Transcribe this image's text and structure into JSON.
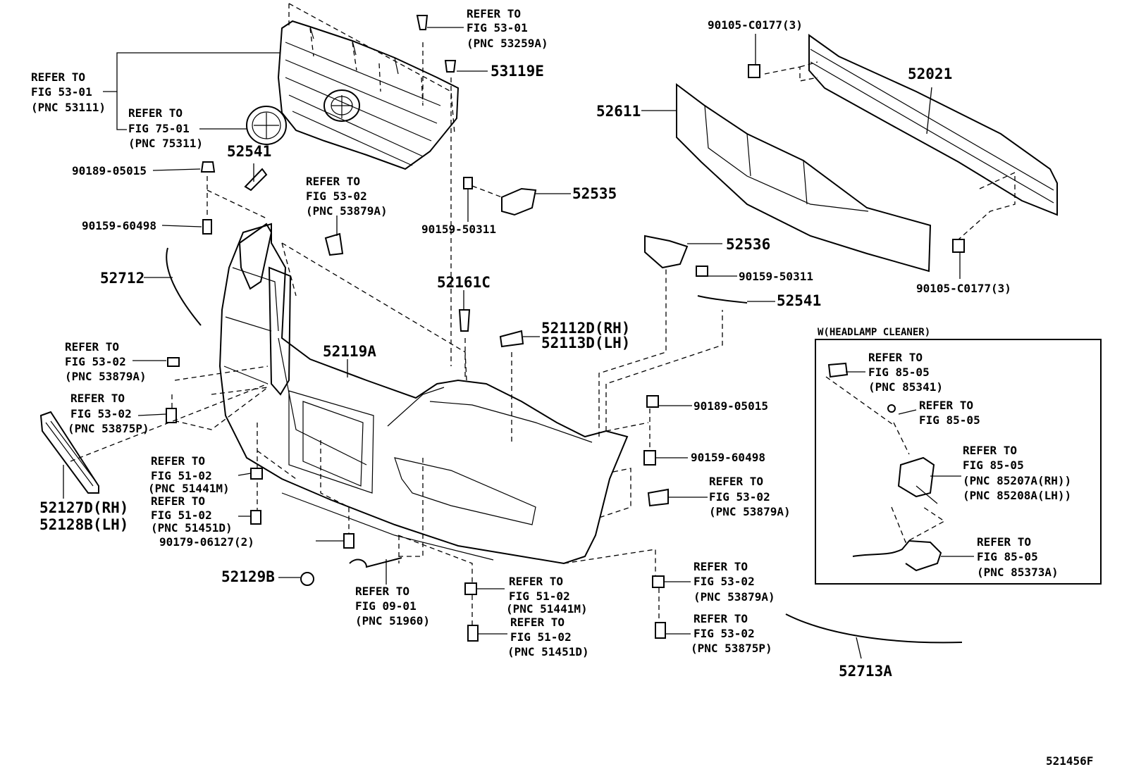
{
  "diagram_id": "521456F",
  "callouts": {
    "c53259a": [
      "REFER TO",
      "FIG 53-01",
      "(PNC 53259A)"
    ],
    "c53111": [
      "REFER TO",
      "FIG 53-01",
      "(PNC 53111)"
    ],
    "c75311": [
      "REFER TO",
      "FIG 75-01",
      "(PNC 75311)"
    ],
    "c53879a_top": [
      "REFER TO",
      "FIG 53-02",
      "(PNC 53879A)"
    ],
    "c53879a_left": [
      "REFER TO",
      "FIG 53-02",
      "(PNC 53879A)"
    ],
    "c53875p_left": [
      "REFER TO",
      "FIG 53-02",
      "(PNC 53875P)"
    ],
    "c51441m_left": [
      "REFER TO",
      "FIG 51-02",
      "(PNC 51441M)"
    ],
    "c51451d_left": [
      "REFER TO",
      "FIG 51-02",
      "(PNC 51451D)"
    ],
    "c51960": [
      "REFER TO",
      "FIG 09-01",
      "(PNC 51960)"
    ],
    "c51441m_mid": [
      "REFER TO",
      "FIG 51-02",
      "(PNC 51441M)"
    ],
    "c51451d_mid": [
      "REFER TO",
      "FIG 51-02",
      "(PNC 51451D)"
    ],
    "c53879a_right": [
      "REFER TO",
      "FIG 53-02",
      "(PNC 53879A)"
    ],
    "c53879a_lower": [
      "REFER TO",
      "FIG 53-02",
      "(PNC 53879A)"
    ],
    "c53875p_right": [
      "REFER TO",
      "FIG 53-02",
      "(PNC 53875P)"
    ],
    "c85341": [
      "REFER TO",
      "FIG 85-05",
      "(PNC 85341)"
    ],
    "c8505": [
      "REFER TO",
      "FIG 85-05"
    ],
    "c85207": [
      "REFER TO",
      "FIG 85-05",
      "(PNC 85207A(RH))",
      "(PNC 85208A(LH))"
    ],
    "c85373": [
      "REFER TO",
      "FIG 85-05",
      "(PNC 85373A)"
    ]
  },
  "parts": {
    "p53119e": "53119E",
    "p52541_top": "52541",
    "p90189_left": "90189-05015",
    "p90159_left": "90159-60498",
    "p52535": "52535",
    "p90159_50311_left": "90159-50311",
    "p52712": "52712",
    "p52161c": "52161C",
    "p52112d": "52112D(RH)",
    "p52113d": "52113D(LH)",
    "p52119a": "52119A",
    "p52127d": "52127D(RH)",
    "p52128b": "52128B(LH)",
    "p90179": "90179-06127(2)",
    "p52129b": "52129B",
    "p52611": "52611",
    "p52021": "52021",
    "p90105_top": "90105-C0177(3)",
    "p90105_bottom": "90105-C0177(3)",
    "p52536": "52536",
    "p90159_50311_right": "90159-50311",
    "p52541_right": "52541",
    "p90189_right": "90189-05015",
    "p90159_right": "90159-60498",
    "p52713a": "52713A"
  },
  "inset_title": "W(HEADLAMP CLEANER)"
}
